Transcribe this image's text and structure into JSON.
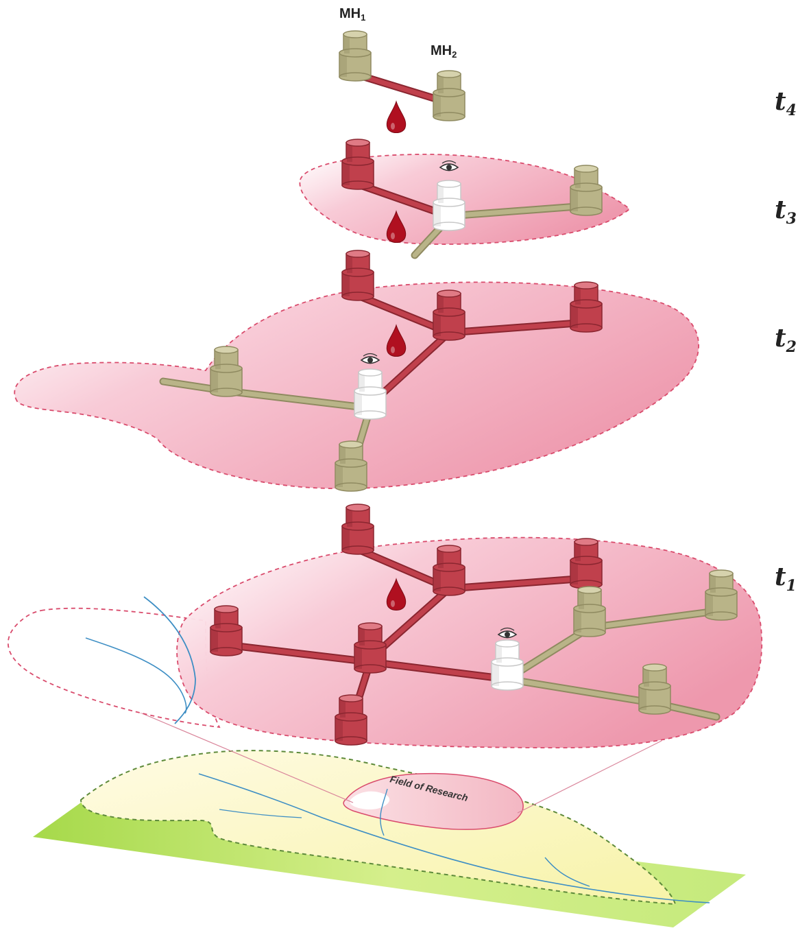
{
  "labels": {
    "mh1": {
      "base": "MH",
      "sub": "1"
    },
    "mh2": {
      "base": "MH",
      "sub": "2"
    },
    "field": "Field of Research"
  },
  "time_steps": [
    {
      "base": "t",
      "sub": "4"
    },
    {
      "base": "t",
      "sub": "3"
    },
    {
      "base": "t",
      "sub": "2"
    },
    {
      "base": "t",
      "sub": "1"
    }
  ],
  "colors": {
    "contaminated": "#c0404c",
    "contaminated_dark": "#8a2630",
    "clean": "#b9b488",
    "clean_dark": "#8f8a60",
    "sampling": "#ffffff",
    "zone_fill": "#f0a6b8",
    "zone_stroke": "#d94b6c",
    "droplet": "#b01020",
    "ground": "#b9e26a",
    "river": "#3d8ec4"
  },
  "icons": [
    "manhole-icon",
    "droplet-icon",
    "eye-icon"
  ]
}
